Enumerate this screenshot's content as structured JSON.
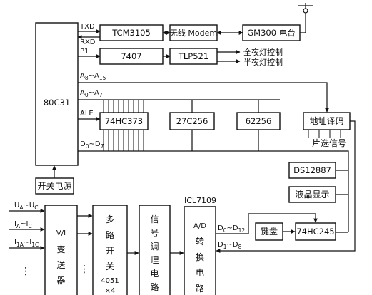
{
  "mcu": {
    "label": "80C31"
  },
  "pins": {
    "txd": "TXD",
    "rxd": "RXD",
    "p1": "P1",
    "addr_high": "A8~A15",
    "addr_low": "A0~A7",
    "ale": "ALE",
    "data": "D0~D7"
  },
  "comm": {
    "modem_chip": "TCM3105",
    "modem": "无线 Modem",
    "radio": "GM300 电台"
  },
  "lighting": {
    "driver": "7407",
    "optocoupler": "TLP521",
    "outputs": [
      "全夜灯控制",
      "半夜灯控制"
    ]
  },
  "memory": {
    "latch": "74HC373",
    "eprom": "27C256",
    "sram": "62256",
    "decoder": "地址译码",
    "chip_select": "片选信号"
  },
  "peripherals": {
    "rtc": "DS12887",
    "lcd": "液晶显示",
    "keyboard": "键盘",
    "buffer": "74HC245"
  },
  "power": {
    "label": "开关电源"
  },
  "acquisition": {
    "inputs": [
      "UA~UC",
      "IA~IC",
      "I1A~I1C"
    ],
    "more": "⋮",
    "transmitter": [
      "V/I",
      "变",
      "送",
      "器"
    ],
    "mux": [
      "多",
      "路",
      "开",
      "关",
      "4051",
      "×4"
    ],
    "conditioning": [
      "信",
      "号",
      "调",
      "理",
      "电",
      "路"
    ],
    "adc_chip": "ICL7109",
    "adc": [
      "A/D",
      "转",
      "换",
      "电",
      "路"
    ],
    "adc_out": "D0~D12",
    "adc_in": "D1~D8"
  }
}
